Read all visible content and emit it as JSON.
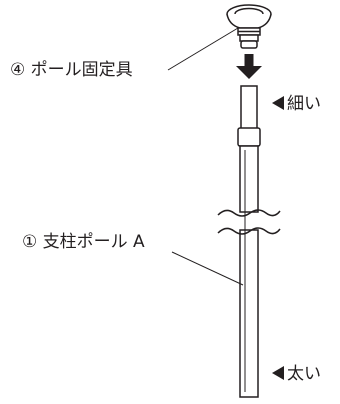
{
  "labels": {
    "pole_fixture": "④ ポール固定具",
    "thin_end": "細い",
    "support_pole": "① 支柱ポール A",
    "thick_end": "太い"
  },
  "colors": {
    "line": "#231f20",
    "fill": "#ffffff",
    "arrow": "#231f20"
  }
}
